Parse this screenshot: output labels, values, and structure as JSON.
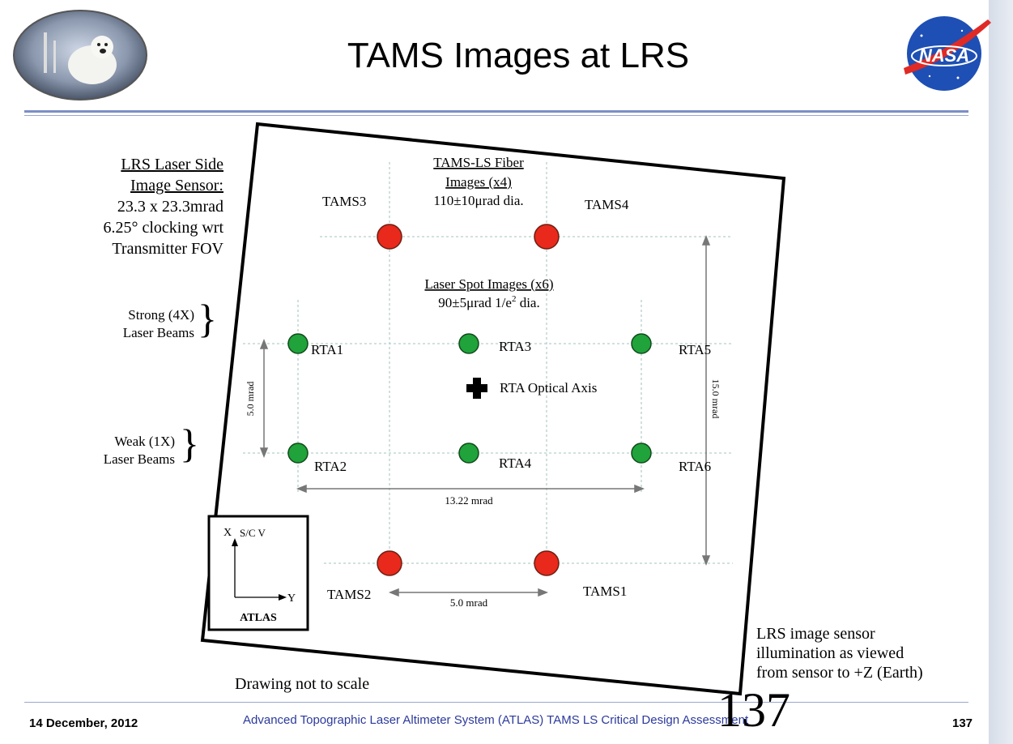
{
  "slide": {
    "title": "TAMS Images at LRS",
    "left_logo_name": "polar-bear-logo",
    "right_logo_name": "nasa-logo"
  },
  "sensor_description": {
    "line1": "LRS Laser Side",
    "line2": "Image Sensor:",
    "line3": "23.3 x 23.3mrad",
    "line4": "6.25° clocking wrt",
    "line5": "Transmitter FOV"
  },
  "beams": {
    "strong_line1": "Strong (4X)",
    "strong_line2": "Laser Beams",
    "weak_line1": "Weak (1X)",
    "weak_line2": "Laser Beams"
  },
  "diagram": {
    "fiber_heading_1": "TAMS-LS Fiber",
    "fiber_heading_2": "Images (x4)",
    "fiber_size": "110±10μrad dia.",
    "spot_heading": "Laser Spot Images (x6)",
    "spot_size_prefix": "90±5μrad 1/e",
    "spot_size_sup": "2",
    "spot_size_suffix": " dia.",
    "tams": [
      {
        "label": "TAMS3",
        "color": "#e8291c"
      },
      {
        "label": "TAMS4",
        "color": "#e8291c"
      },
      {
        "label": "TAMS2",
        "color": "#e8291c"
      },
      {
        "label": "TAMS1",
        "color": "#e8291c"
      }
    ],
    "rta": [
      {
        "label": "RTA1",
        "color": "#1fa33a"
      },
      {
        "label": "RTA3",
        "color": "#1fa33a"
      },
      {
        "label": "RTA5",
        "color": "#1fa33a"
      },
      {
        "label": "RTA2",
        "color": "#1fa33a"
      },
      {
        "label": "RTA4",
        "color": "#1fa33a"
      },
      {
        "label": "RTA6",
        "color": "#1fa33a"
      }
    ],
    "optical_axis_label": "RTA Optical Axis",
    "dim_vertical_left": "5.0 mrad",
    "dim_vertical_right": "15.0 mrad",
    "dim_horizontal": "13.22 mrad",
    "dim_tams_horizontal": "5.0 mrad",
    "axes_box": {
      "x_label": "X",
      "title": "S/C V",
      "y_label": "Y",
      "caption": "ATLAS"
    },
    "scale_note": "Drawing not to scale"
  },
  "illumination_note": {
    "line1": "LRS image sensor",
    "line2": "illumination as viewed",
    "line3": "from sensor to +Z (Earth)"
  },
  "footer": {
    "date": "14 December, 2012",
    "center": "Advanced Topographic Laser Altimeter System (ATLAS) TAMS LS Critical Design Assessment",
    "page": "137",
    "overlay_number": "137"
  }
}
